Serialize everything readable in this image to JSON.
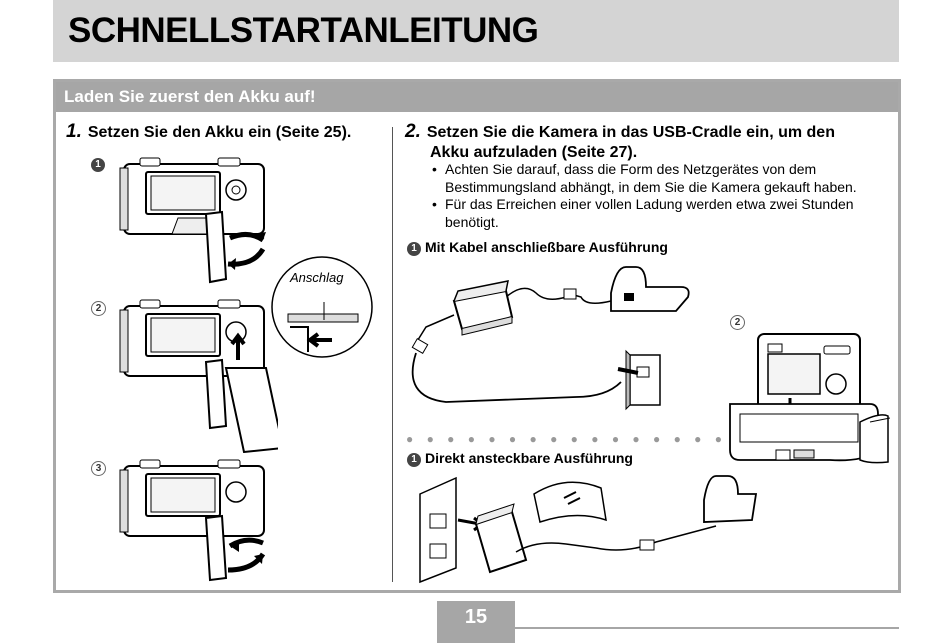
{
  "header": {
    "title": "SCHNELLSTARTANLEITUNG"
  },
  "section": {
    "title": "Laden Sie zuerst den Akku auf!"
  },
  "step1": {
    "number": "1.",
    "text": "Setzen Sie den Akku ein (Seite 25).",
    "figure_labels": [
      "1",
      "2",
      "3"
    ],
    "callout": "Anschlag"
  },
  "step2": {
    "number": "2.",
    "text_line1": "Setzen Sie die Kamera in das USB-Cradle ein, um den",
    "text_line2": "Akku aufzuladen (Seite 27).",
    "bullets": [
      {
        "line1": "Achten Sie darauf, dass die Form des Netzgerätes von dem",
        "line2": "Bestimmungsland abhängt, in dem Sie die Kamera gekauft haben."
      },
      {
        "line1": "Für das Erreichen einer vollen Ladung werden etwa zwei Stunden",
        "line2": "benötigt."
      }
    ],
    "bullet_symbol": "•",
    "option1": {
      "badge": "1",
      "label": "Mit Kabel anschließbare Ausführung"
    },
    "option2": {
      "badge": "1",
      "label": "Direkt ansteckbare Ausführung"
    },
    "figure2_badge": "2",
    "separator": "● ● ● ● ● ● ● ● ● ● ● ● ● ● ● ● ● ● ● ●"
  },
  "footer": {
    "page_number": "15"
  },
  "colors": {
    "title_bg": "#d4d4d4",
    "section_bg": "#a6a6a6",
    "frame_border": "#a9a9a9"
  }
}
